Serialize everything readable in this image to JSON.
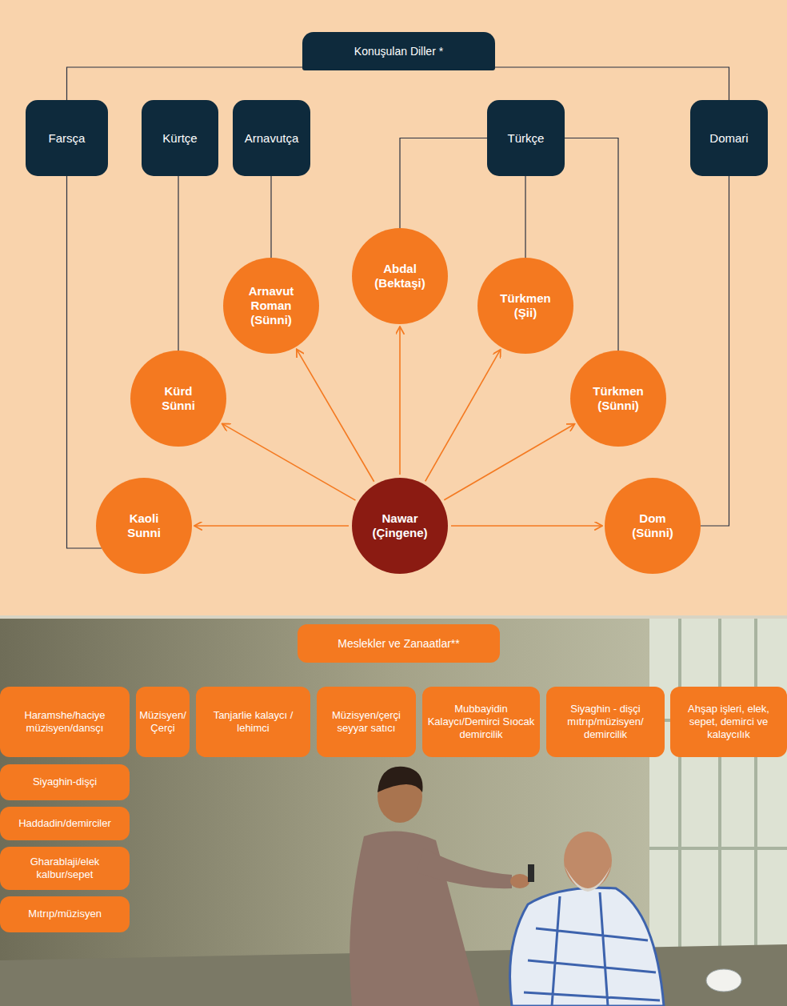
{
  "diagram": {
    "nodes": [
      {
        "text": [
          "Konuşulan Diller *"
        ]
      },
      {
        "text": [
          "Farsça"
        ]
      },
      {
        "text": [
          "Kürtçe"
        ]
      },
      {
        "text": [
          "Arnavutça"
        ]
      },
      {
        "text": [
          "Türkçe"
        ]
      },
      {
        "text": [
          "Domari"
        ]
      },
      {
        "text": [
          "Abdal (Bektaşi)"
        ]
      },
      {
        "text": [
          "Arnavut Roman (Sünni)"
        ]
      },
      {
        "text": [
          "Türkmen (Şii)"
        ]
      },
      {
        "text": [
          "Kürd Sünni"
        ]
      },
      {
        "text": [
          "Türkmen (Sünni)"
        ]
      },
      {
        "text": [
          "Kaoli Sunni"
        ]
      },
      {
        "text": [
          "Nawar (Çingene)"
        ]
      },
      {
        "text": [
          "Dom (Sünni)"
        ]
      },
      {
        "text": [
          "Meslekler ve Zanaatlar**"
        ]
      },
      {
        "text": [
          "Haramshe/haciye müzisyen/dansçı"
        ]
      },
      {
        "text": [
          "Müzisyen/ Çerçi"
        ]
      },
      {
        "text": [
          "Tanjarlie kalaycı / lehimci"
        ]
      },
      {
        "text": [
          "Müzisyen/çerçi seyyar satıcı"
        ]
      },
      {
        "text": [
          "Mubbayidin Kalaycı/Demirci Sıocak demircilik"
        ]
      },
      {
        "text": [
          "Siyaghin - dişçi mıtrıp/müzisyen/ demircilik"
        ]
      },
      {
        "text": [
          "Ahşap işleri, elek, sepet, demirci ve kalaycılık"
        ]
      },
      {
        "text": [
          "Siyaghin-dişçi"
        ]
      },
      {
        "text": [
          "Haddadin/demirciler"
        ]
      },
      {
        "text": [
          "Gharablaji/elek kalbur/sepet"
        ]
      },
      {
        "text": [
          "Mıtrıp/müzisyen"
        ]
      }
    ],
    "edges": [
      {
        "from": 0,
        "to": 1,
        "arrow": "none"
      },
      {
        "from": 0,
        "to": 5,
        "arrow": "none"
      },
      {
        "from": 1,
        "to": 11,
        "arrow": "none"
      },
      {
        "from": 2,
        "to": 9,
        "arrow": "none"
      },
      {
        "from": 3,
        "to": 7,
        "arrow": "none"
      },
      {
        "from": 4,
        "to": 6,
        "arrow": "none"
      },
      {
        "from": 4,
        "to": 8,
        "arrow": "none"
      },
      {
        "from": 4,
        "to": 10,
        "arrow": "none"
      },
      {
        "from": 5,
        "to": 13,
        "arrow": "none"
      },
      {
        "from": 12,
        "to": 11,
        "arrow": "to"
      },
      {
        "from": 12,
        "to": 9,
        "arrow": "to"
      },
      {
        "from": 12,
        "to": 7,
        "arrow": "to"
      },
      {
        "from": 12,
        "to": 6,
        "arrow": "to"
      },
      {
        "from": 12,
        "to": 8,
        "arrow": "to"
      },
      {
        "from": 12,
        "to": 10,
        "arrow": "to"
      },
      {
        "from": 12,
        "to": 13,
        "arrow": "to"
      }
    ]
  }
}
